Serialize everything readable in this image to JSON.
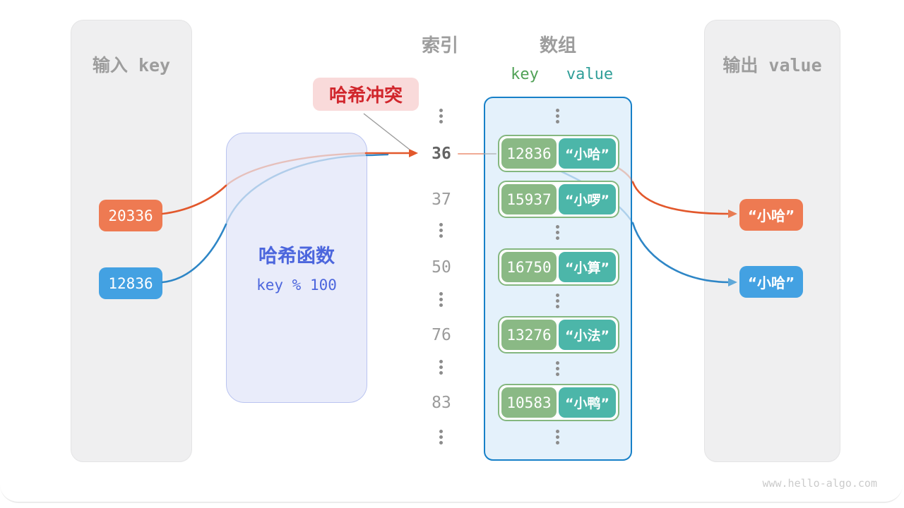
{
  "watermark": "www.hello-algo.com",
  "input_panel": {
    "title": "输入 key",
    "items": [
      {
        "label": "20336"
      },
      {
        "label": "12836"
      }
    ]
  },
  "output_panel": {
    "title": "输出 value",
    "items": [
      {
        "label": "“小哈”"
      },
      {
        "label": "“小哈”"
      }
    ]
  },
  "hash_function": {
    "title": "哈希函数",
    "formula": "key % 100"
  },
  "collision_badge": {
    "label": "哈希冲突"
  },
  "headers": {
    "index": "索引",
    "array": "数组",
    "key": "key",
    "value": "value"
  },
  "index_column": {
    "visible_labels": [
      "36",
      "37",
      "50",
      "76",
      "83"
    ],
    "highlighted": "36"
  },
  "array_pairs": [
    {
      "key": "12836",
      "value": "“小哈”"
    },
    {
      "key": "15937",
      "value": "“小啰”"
    },
    {
      "key": "16750",
      "value": "“小算”"
    },
    {
      "key": "13276",
      "value": "“小法”"
    },
    {
      "key": "10583",
      "value": "“小鸭”"
    }
  ],
  "icons": {
    "vertical_ellipsis": "⋮"
  },
  "colors": {
    "input_key_orange": "#ee7a52",
    "input_key_blue": "#43a1e2",
    "arrow_orange": "#e2582c",
    "arrow_blue": "#2e86c6",
    "pair_key_green": "#8ab985",
    "pair_value_teal": "#4cb6a9",
    "pair_border_green": "#84b77f",
    "array_border_blue": "#1780c8",
    "array_fill": "#e4f1fb",
    "hash_box_fill": "#e9ecfa",
    "hash_box_border": "#bac4f0",
    "hash_text_indigo": "#4c66dd",
    "collision_bg": "#f9dada",
    "collision_text": "#d1262c",
    "panel_gray": "#efeff0",
    "heading_gray": "#9d9d9d",
    "index_gray": "#9b9b9b",
    "index_highlight": "#646464",
    "key_header_green": "#50a156",
    "value_header_teal": "#2f9e98",
    "watermark_gray": "#cbcbcb"
  }
}
